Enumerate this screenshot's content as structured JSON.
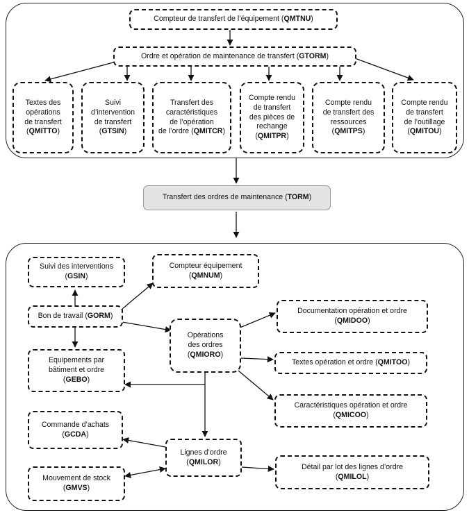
{
  "top": {
    "qmtnu": {
      "label": "Compteur de transfert de l’équipement",
      "code": "QMTNU"
    },
    "gtorm": {
      "label": "Ordre et opération de maintenance  de transfert",
      "code": "GTORM"
    },
    "qmitto": {
      "line1": "Textes des",
      "line2": "opérations",
      "line3": "de transfert",
      "code": "QMITTO"
    },
    "gtsin": {
      "line1": "Suivi",
      "line2": "d’intervention",
      "line3": "de transfert",
      "code": "GTSIN"
    },
    "qmitcr": {
      "line1": "Transfert des",
      "line2": "caractéristiques",
      "line3": "de l’opération",
      "line4": "de l’ordre",
      "code": "QMITCR"
    },
    "qmitpr": {
      "line1": "Compte rendu",
      "line2": "de transfert",
      "line3": "des pièces de",
      "line4": "rechange",
      "code": "QMITPR"
    },
    "qmitps": {
      "line1": "Compte rendu",
      "line2": "de transfert des",
      "line3": "ressources",
      "code": "QMITPS"
    },
    "qmitou": {
      "line1": "Compte rendu",
      "line2": "de transfert",
      "line3": "de l’outillage",
      "code": "QMITOU"
    }
  },
  "middle": {
    "torm": {
      "label": "Transfert des ordres de maintenance",
      "code": "TORM"
    }
  },
  "bottom": {
    "gsin": {
      "label": "Suivi des interventions",
      "code": "GSIN"
    },
    "qmnum": {
      "label": "Compteur équipement",
      "code": "QMNUM"
    },
    "gorm": {
      "label": "Bon de travail",
      "code": "GORM"
    },
    "qmioro": {
      "line1": "Opérations",
      "line2": "des ordres",
      "code": "QMIORO"
    },
    "qmidoo": {
      "label": "Documentation opération et ordre",
      "code": "QMIDOO"
    },
    "qmitoo": {
      "label": "Textes opération et ordre",
      "code": "QMITOO"
    },
    "gebo": {
      "line1": "Equipements par",
      "line2": "bâtiment et ordre",
      "code": "GEBO"
    },
    "qmicoo": {
      "label": "Caractéristiques opération et ordre",
      "code": "QMICOO"
    },
    "gcda": {
      "label": "Commande d’achats",
      "code": "GCDA"
    },
    "qmilor": {
      "label": "Lignes d’ordre",
      "code": "QMILOR"
    },
    "qmilol": {
      "label": "Détail par lot des lignes d’ordre",
      "code": "QMILOL"
    },
    "gmvs": {
      "label": "Mouvement de stock",
      "code": "GMVS"
    }
  }
}
